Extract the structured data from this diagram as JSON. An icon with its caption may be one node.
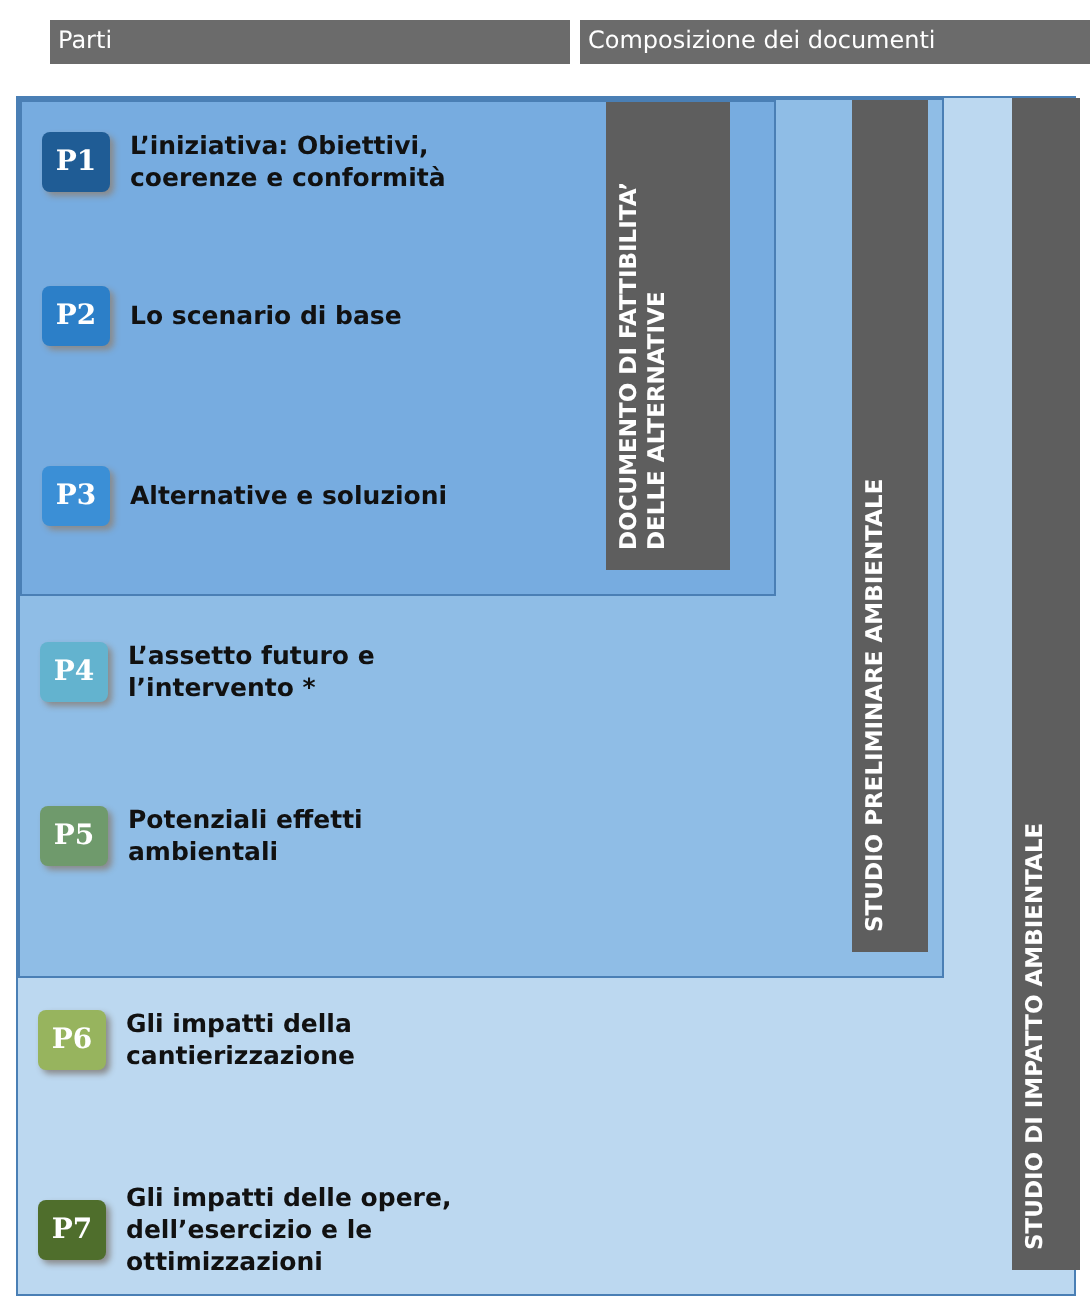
{
  "diagram": {
    "nodes": [
      {
        "text": [
          "Parti"
        ]
      },
      {
        "text": [
          "Composizione dei documenti"
        ]
      },
      {
        "text": [
          "STUDIO DI IMPATTO AMBIENTALE"
        ]
      },
      {
        "text": [
          "STUDIO PRELIMINARE AMBIENTALE"
        ],
        "in": 2
      },
      {
        "text": [
          "DOCUMENTO DI FATTIBILITA’ DELLE ALTERNATIVE"
        ],
        "in": 3
      },
      {
        "text": [
          "P1"
        ],
        "beside": [
          "L’iniziativa: Obiettivi, coerenze e conformità"
        ],
        "in": 4
      },
      {
        "text": [
          "P2"
        ],
        "beside": [
          "Lo scenario di base"
        ],
        "in": 4
      },
      {
        "text": [
          "P3"
        ],
        "beside": [
          "Alternative e soluzioni"
        ],
        "in": 4
      },
      {
        "text": [
          "P4"
        ],
        "beside": [
          "L’assetto futuro e l’intervento *"
        ],
        "in": 3
      },
      {
        "text": [
          "P5"
        ],
        "beside": [
          "Potenziali effetti ambientali"
        ],
        "in": 3
      },
      {
        "text": [
          "P6"
        ],
        "beside": [
          "Gli impatti della cantierizzazione"
        ],
        "in": 2
      },
      {
        "text": [
          "P7"
        ],
        "beside": [
          "Gli impatti delle opere, dell’esercizio e le ottimizzazioni"
        ],
        "in": 2
      }
    ]
  }
}
